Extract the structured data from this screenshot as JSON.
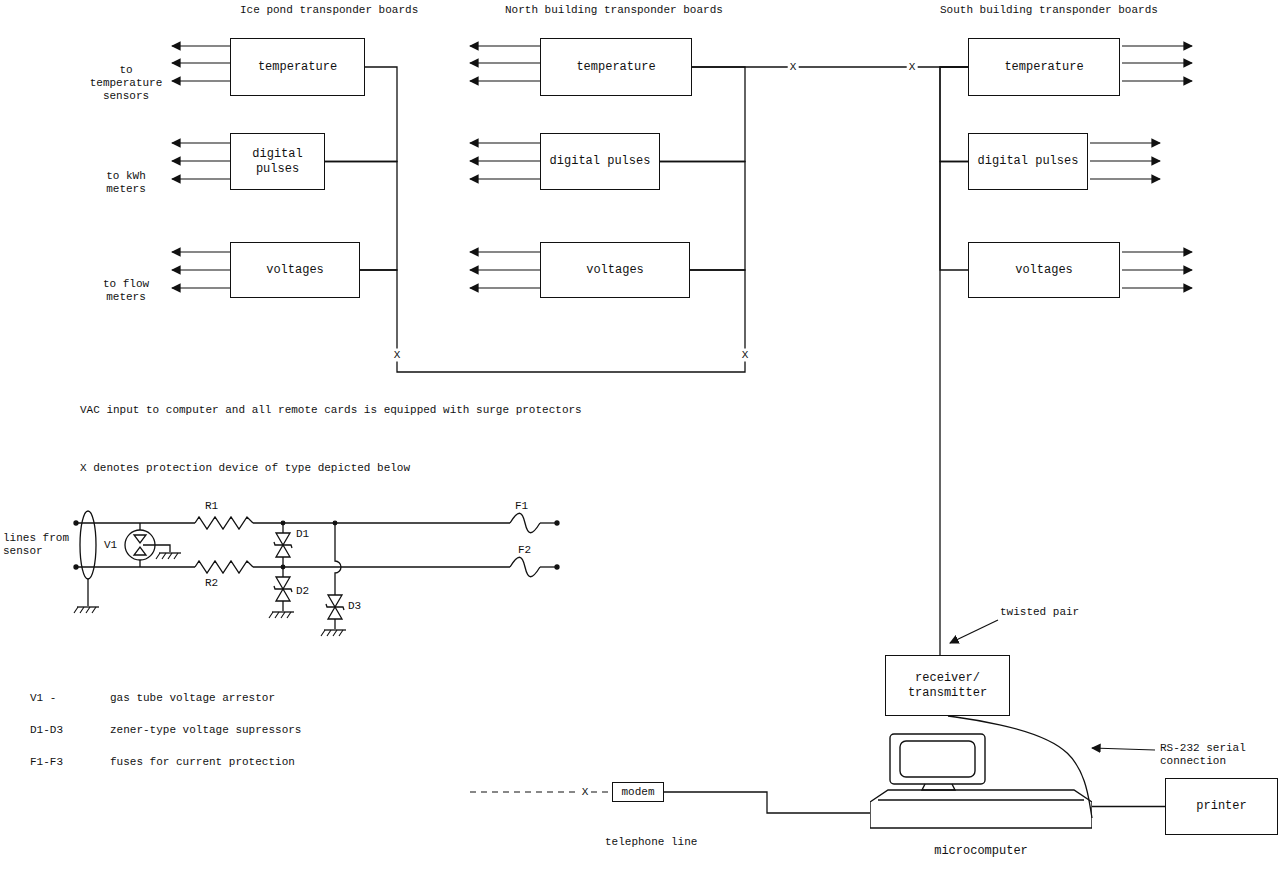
{
  "diagram": {
    "nodes": [
      {
        "text": [
          "temperature"
        ]
      },
      {
        "text": [
          "digital pulses"
        ]
      },
      {
        "text": [
          "voltages"
        ]
      },
      {
        "text": [
          "temperature"
        ]
      },
      {
        "text": [
          "digital pulses"
        ]
      },
      {
        "text": [
          "voltages"
        ]
      },
      {
        "text": [
          "temperature"
        ]
      },
      {
        "text": [
          "digital pulses"
        ]
      },
      {
        "text": [
          "voltages"
        ]
      },
      {
        "text": [
          "receiver/ transmitter"
        ]
      },
      {
        "text": [
          "microcomputer"
        ]
      },
      {
        "text": [
          "modem"
        ]
      },
      {
        "text": [
          "printer"
        ]
      }
    ],
    "edges": [
      {
        "from": 0,
        "to": 1,
        "arrow": "none"
      },
      {
        "from": 1,
        "to": 2,
        "arrow": "none"
      },
      {
        "from": 2,
        "to": 5,
        "arrow": "none"
      },
      {
        "from": 5,
        "to": 4,
        "arrow": "none"
      },
      {
        "from": 4,
        "to": 3,
        "arrow": "none"
      },
      {
        "from": 3,
        "to": 6,
        "arrow": "none"
      },
      {
        "from": 6,
        "to": 7,
        "arrow": "none"
      },
      {
        "from": 7,
        "to": 8,
        "arrow": "none"
      },
      {
        "from": 6,
        "to": 9,
        "arrow": "none"
      },
      {
        "from": 9,
        "to": 10,
        "arrow": "none"
      },
      {
        "from": 10,
        "to": 12,
        "arrow": "none"
      },
      {
        "from": 11,
        "to": 10,
        "arrow": "none"
      }
    ],
    "labels": [
      "Ice pond transponder boards",
      "North building transponder boards",
      "South building transponder boards",
      "to temperature sensors",
      "to kWh meters",
      "to flow meters",
      "X",
      "X",
      "X",
      "X",
      "VAC input to computer and all remote cards is equipped with surge protectors",
      "X denotes protection device of type depicted below",
      "twisted pair",
      "RS-232 serial connection",
      "X",
      "telephone line",
      "lines from sensor",
      "V1",
      "R1",
      "R2",
      "D1",
      "D2",
      "D3",
      "F1",
      "F2",
      "V1 -",
      "gas tube voltage arrestor",
      "D1-D3",
      "zener-type voltage supressors",
      "F1-F3",
      "fuses for current protection"
    ]
  }
}
